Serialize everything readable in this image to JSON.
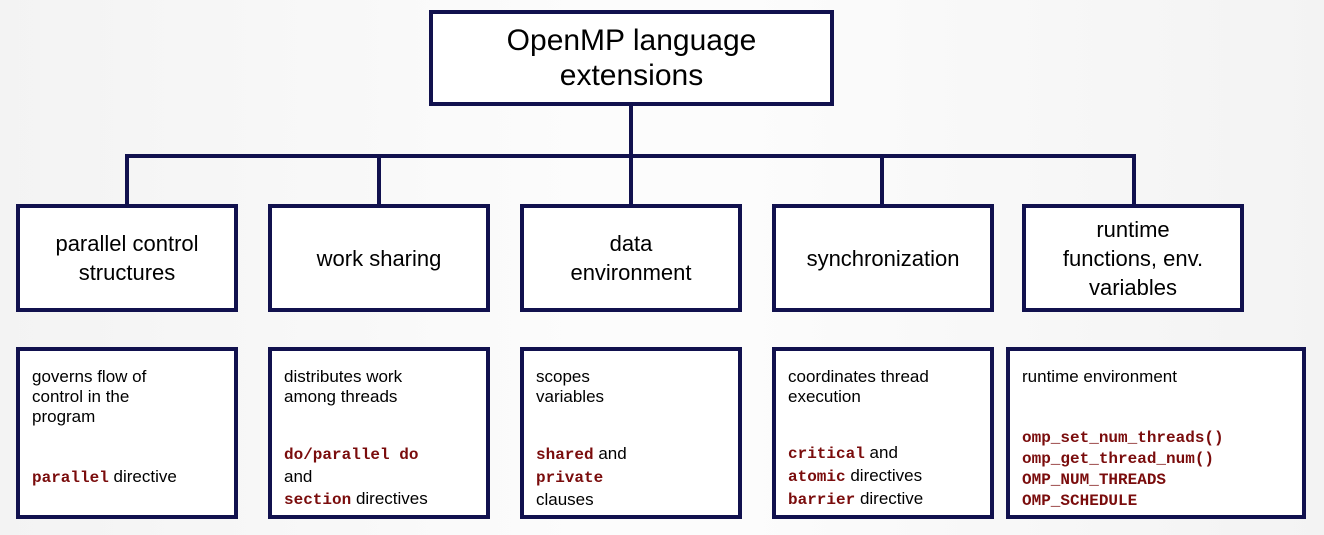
{
  "root": {
    "line1": "OpenMP language",
    "line2": "extensions"
  },
  "categories": [
    {
      "lines": [
        "parallel control",
        "structures"
      ]
    },
    {
      "lines": [
        "work sharing"
      ]
    },
    {
      "lines": [
        "data",
        "environment"
      ]
    },
    {
      "lines": [
        "synchronization"
      ]
    },
    {
      "lines": [
        "runtime",
        "functions, env.",
        "variables"
      ]
    }
  ],
  "descriptions": [
    {
      "top": [
        "governs flow of",
        "control in the",
        "program"
      ],
      "code1": "parallel",
      "text1": " directive"
    },
    {
      "top": [
        "distributes work",
        "among threads"
      ],
      "code1": "do/parallel do",
      "text_and": "and",
      "code2": "section",
      "text2": " directives"
    },
    {
      "top": [
        "scopes",
        "variables"
      ],
      "code1": "shared",
      "text1": " and",
      "code2": "private",
      "text3": "clauses"
    },
    {
      "top": [
        "coordinates thread",
        "execution"
      ],
      "code1": "critical",
      "text1": " and",
      "code2": "atomic",
      "text2": " directives",
      "code3": "barrier",
      "text3": " directive"
    },
    {
      "top": [
        "runtime environment"
      ],
      "codes": [
        "omp_set_num_threads()",
        "omp_get_thread_num()",
        "OMP_NUM_THREADS",
        "OMP_SCHEDULE"
      ]
    }
  ]
}
